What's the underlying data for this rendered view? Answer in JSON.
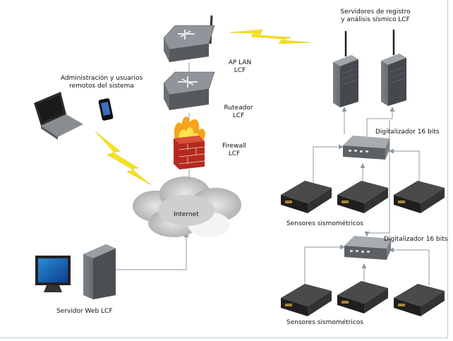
{
  "labels": {
    "servers": "Servidores de registro\ny análisis sísmico LCF",
    "ap": "AP LAN\nLCF",
    "router": "Ruteador\nLCF",
    "firewall": "Firewall\nLCF",
    "admin": "Administración y usuarios\nremotos del sistema",
    "internet": "Internet",
    "web_server": "Servidor Web LCF",
    "digitizer_1": "Digitalizador 16 bits",
    "digitizer_2": "Digitalizador 16 bits",
    "sensors_1": "Sensores sismométricos",
    "sensors_2": "Sensores sismométricos"
  },
  "colors": {
    "lightning": "#f6e21a",
    "device_dark": "#3a3a3a",
    "connector": "#8c9aa6",
    "cloud": "#c8c8c8"
  }
}
